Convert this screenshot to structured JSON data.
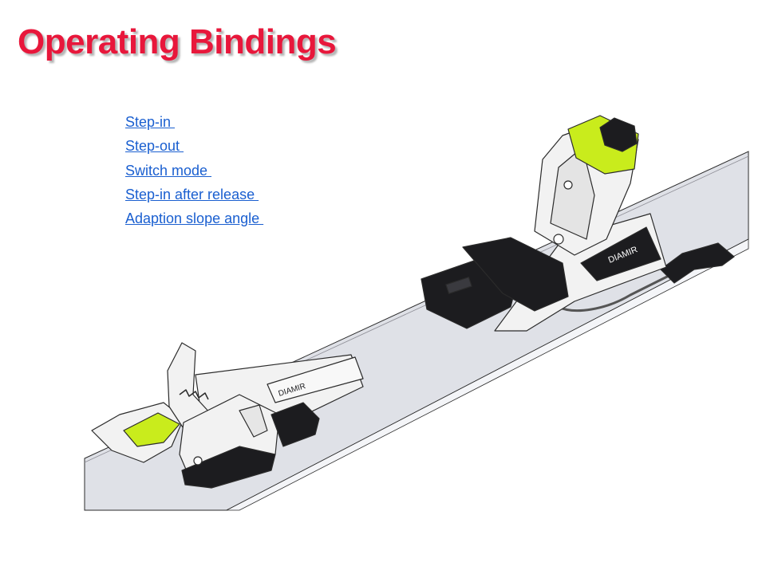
{
  "page": {
    "title": "Operating Bindings"
  },
  "links": [
    {
      "label": "Step-in "
    },
    {
      "label": "Step-out "
    },
    {
      "label": "Switch mode "
    },
    {
      "label": "Step-in after release "
    },
    {
      "label": "Adaption slope angle "
    }
  ],
  "illustration": {
    "logo_text": "DIAMIR",
    "colors": {
      "ski_top": "#dfe1e7",
      "accent_lime": "#c9ec1c",
      "dark_parts": "#1c1c1f",
      "metal": "#f2f2f2",
      "outline": "#2b2b2b"
    }
  }
}
